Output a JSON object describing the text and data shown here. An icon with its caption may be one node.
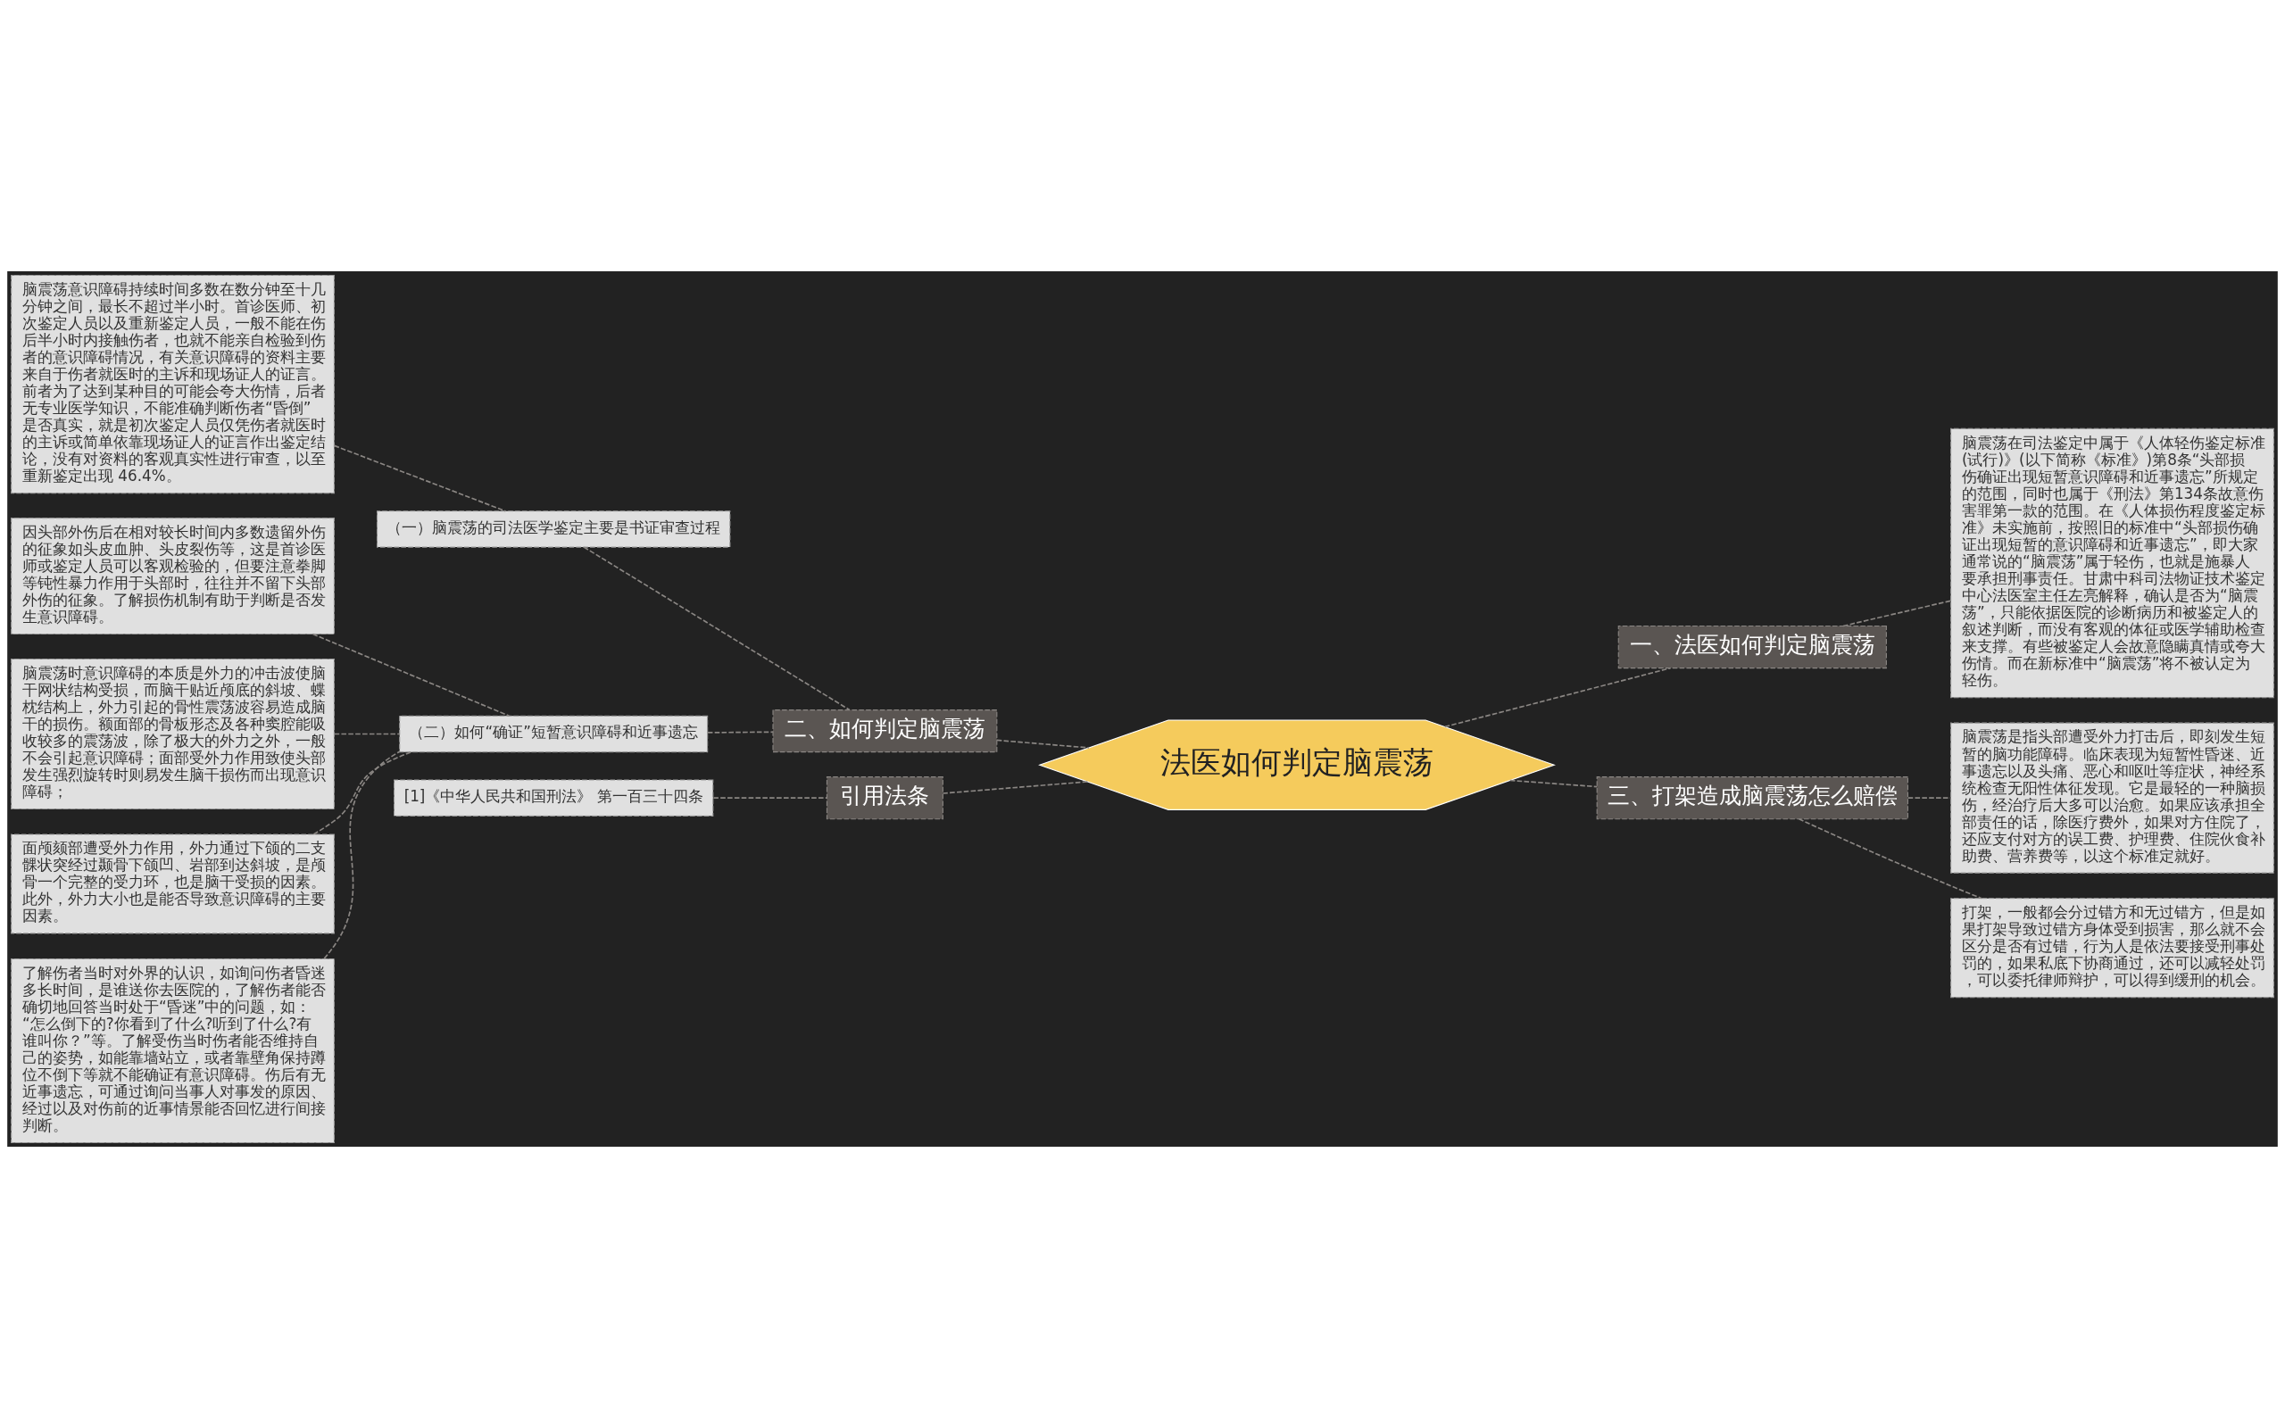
{
  "diagram": {
    "nodes": [
      {
        "text": [
          "法医如何判定脑震荡"
        ]
      },
      {
        "text": [
          "二、如何判定脑震荡"
        ]
      },
      {
        "text": [
          "（一）脑震荡的司法医学鉴定主要是书证审查过程"
        ]
      },
      {
        "text": [
          "（二）如何“确证”短暂意识障碍和近事遗忘"
        ]
      },
      {
        "text": [
          "脑震荡意识障碍持续时间多数在数分钟至十几分钟之间，最长不超过半小时。首诊医师、初次鉴定人员以及重新鉴定人员，一般不能在伤后半小时内接触伤者，也就不能亲自检验到伤者的意识障碍情况，有关意识障碍的资料主要来自于伤者就医时的主诉和现场证人的证言。前者为了达到某种目的可能会夸大伤情，后者无专业医学知识，不能准确判断伤者“昏倒”是否真实，就是初次鉴定人员仅凭伤者就医时的主诉或简单依靠现场证人的证言作出鉴定结论，没有对资料的客观真实性进行审查，以至重新鉴定出现 46.4%。"
        ]
      },
      {
        "text": [
          "因头部外伤后在相对较长时间内多数遗留外伤的征象如头皮血肿、头皮裂伤等，这是首诊医师或鉴定人员可以客观检验的，但要注意拳脚等钝性暴力作用于头部时，往往并不留下头部外伤的征象。了解损伤机制有助于判断是否发生意识障碍。"
        ]
      },
      {
        "text": [
          "脑震荡时意识障碍的本质是外力的冲击波使脑干网状结构受损，而脑干贴近颅底的斜坡、蝶枕结构上，外力引起的骨性震荡波容易造成脑干的损伤。额面部的骨板形态及各种窦腔能吸收较多的震荡波，除了极大的外力之外，一般不会引起意识障碍；面部受外力作用致使头部发生强烈旋转时则易发生脑干损伤而出现意识障碍；"
        ]
      },
      {
        "text": [
          "面颅颏部遭受外力作用，外力通过下颌的二支髁状突经过颞骨下颌凹、岩部到达斜坡，是颅骨一个完整的受力环，也是脑干受损的因素。此外，外力大小也是能否导致意识障碍的主要因素。"
        ]
      },
      {
        "text": [
          "了解伤者当时对外界的认识，如询问伤者昏迷多长时间，是谁送你去医院的，了解伤者能否确切地回答当时处于“昏迷”中的问题，如：“怎么倒下的?你看到了什么?听到了什么?有谁叫你？”等。了解受伤当时伤者能否维持自己的姿势，如能靠墙站立，或者靠壁角保持蹲位不倒下等就不能确证有意识障碍。伤后有无近事遗忘，可通过询问当事人对事发的原因、经过以及对伤前的近事情景能否回忆进行间接判断。"
        ]
      },
      {
        "text": [
          "引用法条"
        ]
      },
      {
        "text": [
          "[1]《中华人民共和国刑法》 第一百三十四条"
        ]
      },
      {
        "text": [
          "一、法医如何判定脑震荡"
        ]
      },
      {
        "text": [
          "脑震荡在司法鉴定中属于《人体轻伤鉴定标准(试行)》(以下简称《标准》)第8条“头部损伤确证出现短暂意识障碍和近事遗忘”所规定的范围，同时也属于《刑法》第134条故意伤害罪第一款的范围。在《人体损伤程度鉴定标准》未实施前，按照旧的标准中“头部损伤确证出现短暂的意识障碍和近事遗忘”，即大家通常说的“脑震荡”属于轻伤，也就是施暴人要承担刑事责任。甘肃中科司法物证技术鉴定中心法医室主任左亮解释，确认是否为“脑震荡”，只能依据医院的诊断病历和被鉴定人的叙述判断，而没有客观的体征或医学辅助检查来支撑。有些被鉴定人会故意隐瞒真情或夸大伤情。而在新标准中“脑震荡”将不被认定为轻伤。"
        ]
      },
      {
        "text": [
          "三、打架造成脑震荡怎么赔偿"
        ]
      },
      {
        "text": [
          "脑震荡是指头部遭受外力打击后，即刻发生短暂的脑功能障碍。临床表现为短暂性昏迷、近事遗忘以及头痛、恶心和呕吐等症状，神经系统检查无阳性体征发现。它是最轻的一种脑损伤，经治疗后大多可以治愈。如果应该承担全部责任的话，除医疗费外，如果对方住院了，还应支付对方的误工费、护理费、住院伙食补助费、营养费等，以这个标准定就好。"
        ]
      },
      {
        "text": [
          "打架，一般都会分过错方和无过错方，但是如果打架导致过错方身体受到损害，那么就不会区分是否有过错，行为人是依法要接受刑事处罚的，如果私底下协商通过，还可以减轻处罚，可以委托律师辩护，可以得到缓刑的机会。"
        ]
      }
    ],
    "edges": [
      {
        "from": 1,
        "to": 0,
        "arrow": "none"
      },
      {
        "from": 2,
        "to": 1,
        "arrow": "none"
      },
      {
        "from": 4,
        "to": 2,
        "arrow": "none"
      },
      {
        "from": 3,
        "to": 1,
        "arrow": "none"
      },
      {
        "from": 5,
        "to": 3,
        "arrow": "none"
      },
      {
        "from": 6,
        "to": 3,
        "arrow": "none"
      },
      {
        "from": 7,
        "to": 3,
        "arrow": "none"
      },
      {
        "from": 8,
        "to": 3,
        "arrow": "none"
      },
      {
        "from": 9,
        "to": 0,
        "arrow": "none"
      },
      {
        "from": 10,
        "to": 9,
        "arrow": "none"
      },
      {
        "from": 0,
        "to": 11,
        "arrow": "none"
      },
      {
        "from": 11,
        "to": 12,
        "arrow": "none"
      },
      {
        "from": 0,
        "to": 13,
        "arrow": "none"
      },
      {
        "from": 13,
        "to": 14,
        "arrow": "none"
      },
      {
        "from": 13,
        "to": 15,
        "arrow": "none"
      }
    ]
  }
}
